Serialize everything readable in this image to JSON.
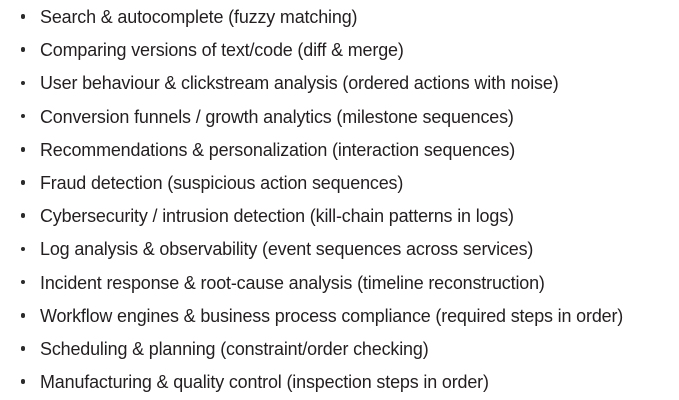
{
  "document": {
    "type": "bulleted-list-slide",
    "background_color": "#ffffff",
    "text_color": "#231f20",
    "bullet_glyph": "round-bullet",
    "bullet_color": "#2b2b2b"
  },
  "list": {
    "items": [
      {
        "text": "Search & autocomplete (fuzzy matching)"
      },
      {
        "text": "Comparing versions of text/code (diff & merge)"
      },
      {
        "text": "User behaviour & clickstream analysis (ordered actions with noise)"
      },
      {
        "text": "Conversion funnels / growth analytics (milestone sequences)"
      },
      {
        "text": "Recommendations & personalization (interaction sequences)"
      },
      {
        "text": "Fraud detection (suspicious action sequences)"
      },
      {
        "text": "Cybersecurity / intrusion detection (kill-chain patterns in logs)"
      },
      {
        "text": "Log analysis & observability (event sequences across services)"
      },
      {
        "text": "Incident response & root-cause analysis (timeline reconstruction)"
      },
      {
        "text": "Workflow engines & business process compliance (required steps in order)"
      },
      {
        "text": "Scheduling & planning (constraint/order checking)"
      },
      {
        "text": "Manufacturing & quality control (inspection steps in order)"
      }
    ]
  }
}
